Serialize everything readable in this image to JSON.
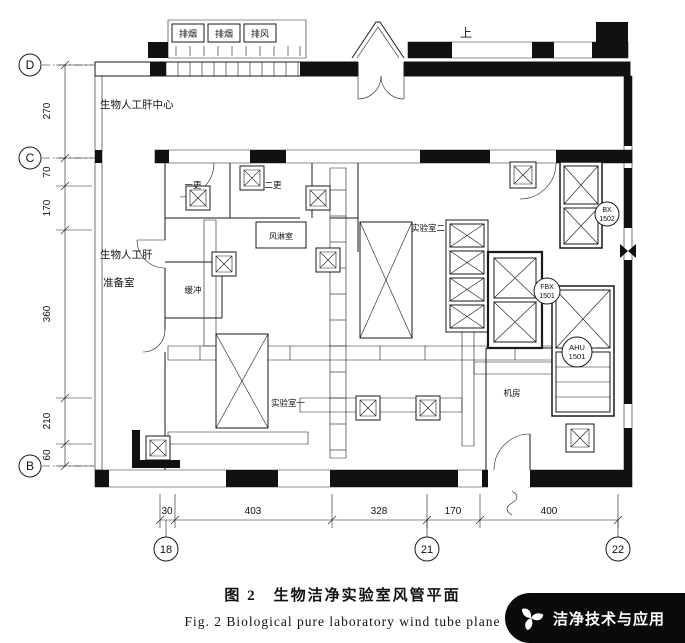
{
  "top_strip": {
    "vents": [
      "排烟",
      "排烟",
      "排风"
    ],
    "up_label": "上"
  },
  "rooms": {
    "center": "生物人工肝中心",
    "prep_line1": "生物人工肝",
    "prep_line2": "准备室",
    "change1": "一更",
    "change2": "二更",
    "air_shower": "风淋室",
    "buffer": "缓冲",
    "lab2": "实验室二",
    "lab1": "实验室一",
    "machine_room": "机房"
  },
  "equipment": {
    "ahu": {
      "line1": "AHU",
      "line2": "1501"
    },
    "fbx": {
      "line1": "FBX",
      "line2": "1501"
    },
    "bx": {
      "line1": "BX",
      "line2": "1502"
    }
  },
  "grid": {
    "row_labels": [
      "D",
      "C",
      "B"
    ],
    "row_dims": [
      "270",
      "70",
      "170",
      "360",
      "210",
      "60"
    ],
    "col_labels": [
      "18",
      "21",
      "22"
    ],
    "col_dims": [
      "30",
      "403",
      "328",
      "170",
      "400"
    ]
  },
  "caption": {
    "line1": "图 2　生物洁净实验室风管平面",
    "line2": "Fig. 2   Biological pure laboratory wind tube plane"
  },
  "logo": {
    "text": "洁净技术与应用",
    "bg": "#0a0a0a",
    "fg": "#ffffff"
  },
  "colors": {
    "ink": "#1a1a1a"
  }
}
